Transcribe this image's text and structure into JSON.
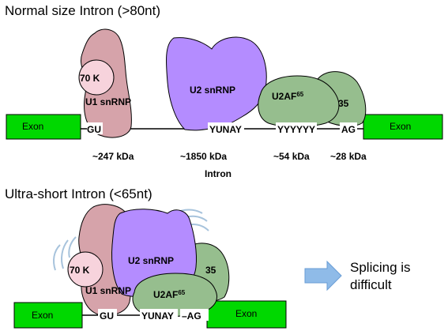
{
  "colors": {
    "exon": "#00d800",
    "u1": "#d6a3aa",
    "k70": "#f7d3dc",
    "u2": "#b48cff",
    "u2af": "#96be8e",
    "arrow": "#8fbbe8",
    "motion": "#a7c3dc"
  },
  "top": {
    "title": "Normal size Intron (>80nt)",
    "exon_left": "Exon",
    "exon_right": "Exon",
    "k70": "70 K",
    "u1": "U1 snRNP",
    "u2": "U2 snRNP",
    "u2af_base": "U2AF",
    "u2af_sup": "65",
    "p35": "35",
    "gu": "GU",
    "yunay": "YUNAY",
    "yyyyy": "YYYYYY",
    "ag": "AG",
    "kda_u1": "~247 kDa",
    "kda_u2": "~1850 kDa",
    "kda_u2af": "~54 kDa",
    "kda_35": "~28 kDa",
    "intron": "Intron"
  },
  "bottom": {
    "title": "Ultra-short Intron (<65nt)",
    "exon_left": "Exon",
    "exon_right": "Exon",
    "k70": "70 K",
    "u1": "U1 snRNP",
    "u2": "U2 snRNP",
    "u2af_base": "U2AF",
    "u2af_sup": "65",
    "p35": "35",
    "gu": "GU",
    "yunay": "YUNAY",
    "ag": "–AG",
    "splicing_line1": "Splicing is",
    "splicing_line2": "difficult"
  }
}
